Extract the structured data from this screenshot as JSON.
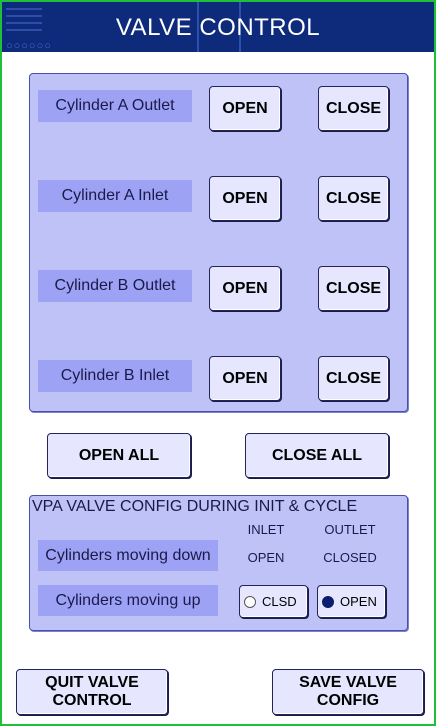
{
  "header": {
    "title": "VALVE CONTROL",
    "deco_dots": "○○○○○○"
  },
  "valves": [
    {
      "name": "Cylinder A Outlet",
      "open_label": "OPEN",
      "close_label": "CLOSE"
    },
    {
      "name": "Cylinder A Inlet",
      "open_label": "OPEN",
      "close_label": "CLOSE"
    },
    {
      "name": "Cylinder B Outlet",
      "open_label": "OPEN",
      "close_label": "CLOSE"
    },
    {
      "name": "Cylinder B Inlet",
      "open_label": "OPEN",
      "close_label": "CLOSE"
    }
  ],
  "bulk": {
    "open_all": "OPEN ALL",
    "close_all": "CLOSE ALL"
  },
  "config": {
    "title": "VPA VALVE CONFIG DURING INIT & CYCLE",
    "col_inlet": "INLET",
    "col_outlet": "OUTLET",
    "rows": [
      {
        "label": "Cylinders moving down",
        "inlet": "OPEN",
        "outlet": "CLOSED"
      },
      {
        "label": "Cylinders moving up",
        "inlet_option": "CLSD",
        "outlet_option": "OPEN"
      }
    ]
  },
  "footer": {
    "quit_line1": "QUIT  VALVE",
    "quit_line2": "CONTROL",
    "save_line1": "SAVE VALVE",
    "save_line2": "CONFIG"
  },
  "colors": {
    "header_bg": "#0e2a7a",
    "panel_bg": "#bfc2f7",
    "label_bg": "#9da2f4",
    "button_bg": "#e6e7ff",
    "border_green": "#1fbf3a"
  }
}
